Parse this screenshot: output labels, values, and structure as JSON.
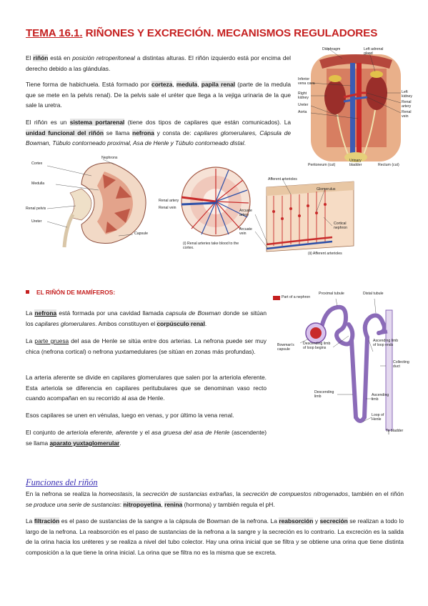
{
  "title": {
    "prefix": "TEMA 16.1.",
    "rest": " RIÑONES Y EXCRECIÓN. MECANISMOS REGULADORES"
  },
  "intro": {
    "p1": {
      "a": "El ",
      "rinon": "riñón",
      "b": " está en ",
      "retro": "posición retroperitoneal",
      "c": " a distintas alturas. El riñón izquierdo está por encima del derecho debido a las glándulas."
    },
    "p2": {
      "a": "Tiene forma de habichuela. Está formado por ",
      "corteza": "corteza",
      "sep1": ", ",
      "medula": "medula",
      "sep2": ", ",
      "papila": "papila renal",
      "b": " (parte de la medula que se mete en la pelvis renal). De la pelvis sale el uréter que llega a la vejiga urinaria de la que sale la uretra."
    },
    "p3": {
      "a": "El riñón es un ",
      "portarenal": "sistema portarenal",
      "b": " (tiene dos tipos de capilares que están comunicados). La ",
      "unidad": "unidad funcional del riñón",
      "c": " se llama ",
      "nefrona": "nefrona",
      "d": " y consta de: ",
      "partes": "capilares glomerulares, Cápsula de Bowman, Túbulo contorneado proximal, Asa de Henle y Túbulo contorneado distal",
      "e": "."
    }
  },
  "fig_anatomy": {
    "labels": [
      "Diaphragm",
      "Left adrenal gland",
      "Inferior vena cava",
      "Right kidney",
      "Ureter",
      "Aorta",
      "Left kidney",
      "Renal artery",
      "Renal vein",
      "Peritoneum (cut)",
      "Urinary bladder",
      "Rectum (cut)"
    ]
  },
  "fig_kidney": {
    "labels": [
      "Cortex",
      "Nephrons",
      "Medulla",
      "Renal pelvis",
      "Ureter",
      "Capsule"
    ]
  },
  "fig_section": {
    "labels": [
      "Renal artery",
      "Renal vein",
      "(i) Renal arteries take blood to the cortex."
    ]
  },
  "fig_cortex": {
    "labels": [
      "Afferent arterioles",
      "Glomerulus",
      "Arcuate artery",
      "Arcuate vein",
      "Cortical nephron",
      "(ii) Afferent arterioles"
    ]
  },
  "section_mamiferos": {
    "heading": "EL RIÑÓN DE MAMÍFEROS:",
    "p1": {
      "a": "La ",
      "nefrona": "nefrona",
      "b": " está formada por una cavidad llamada ",
      "capsula": "capsula de Bowman",
      "c": " donde se sitúan los ",
      "capilares": "capilares glomerulares",
      "d": ". Ambos constituyen el ",
      "corpusculo": "corpúsculo renal",
      "e": "."
    },
    "p2": {
      "parte": "parte gruesa",
      "a": "La ",
      "b": " del asa de Henle se sitúa entre dos arterias. La nefrona puede ser muy chica (nefrona cortical) o nefrona yuxtamedulares (se sitúan en zonas más profundas)."
    },
    "p3": "La arteria aferente se divide en capilares glomerulares que salen por la arteriola eferente. Esta arteriola se diferencia en capilares peritubulares que se denominan vaso recto cuando acompañan en su recorrido al asa de Henle.",
    "p4": "Esos capilares se unen en vénulas, luego en venas, y por último la vena renal.",
    "p5": {
      "a": "El conjunto de ",
      "eferente": "arteriola eferente, aferente",
      "b": " y el ",
      "asa": "asa gruesa del asa de Henle",
      "c": " (ascendente) se llama ",
      "aparato": "aparato yuxtaglomerular",
      "d": "."
    }
  },
  "fig_nephron": {
    "labels": [
      "Part of a nephron",
      "Proximal tubule",
      "Distal tubule",
      "Bowman's capsule",
      "Descending limb of loop begins",
      "Ascending limb of loop ends",
      "Collecting duct",
      "Descending limb",
      "Ascending limb",
      "Loop of Henle",
      "To bladder"
    ]
  },
  "funciones": {
    "heading": "Funciones del riñón",
    "p1": {
      "a": "En la nefrona se realiza la ",
      "homeo": "homeostasis",
      "b": ", la ",
      "secrecion": "secreción de sustancias extrañas",
      "c": ", la ",
      "compuestos": "secreción de compuestos nitrogenados",
      "d": ", también en el riñón ",
      "serie": "se produce una serie de sustancias",
      "e": ": ",
      "nitro": "nitropoyetina",
      "f": ", ",
      "renina": "renina",
      "g": " (hormona) y también regula el pH."
    },
    "p2": {
      "a": "La ",
      "filtracion": "filtración",
      "b": " es el paso de sustancias de la sangre a la cápsula de Bowman de la nefrona. La ",
      "reabsorcion": "reabsorción",
      "c": " y ",
      "secrecion": "secreción",
      "d": " se realizan a todo lo largo de la nefrona. La reabsorción es el paso de sustancias de la nefrona a la sangre y la secreción es lo contrario. La excreción es la salida de la orina hacia los uréteres y se realiza a nivel del tubo colector. Hay una orina inicial que se filtra y se obtiene una orina que tiene distinta composición a la que tiene la orina inicial. La orina que se filtra no es la misma que se excreta."
    }
  }
}
